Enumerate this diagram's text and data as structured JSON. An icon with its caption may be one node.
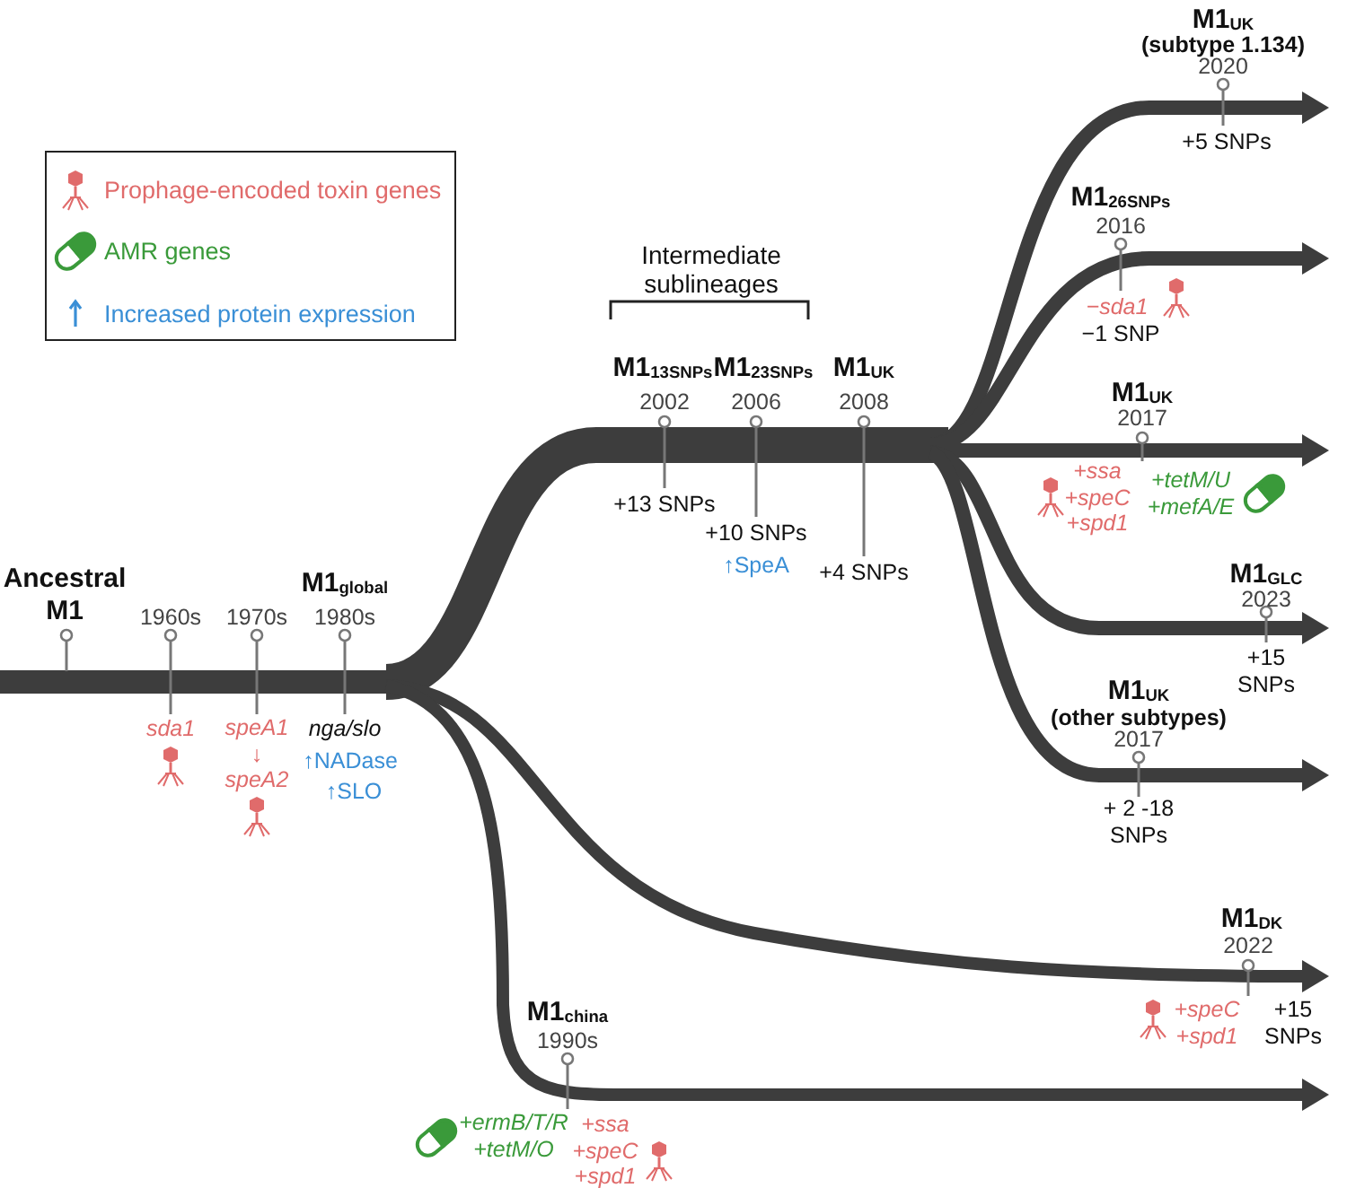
{
  "diagram": {
    "labels": [
      "Intermediate sublineages",
      "M1$_{UK}$",
      "(subtype 1.134)",
      "2020",
      "+5 SNPs",
      "M1$_{26SNPs}$",
      "2016",
      "−sda1",
      "−1 SNP",
      "M1$_{13SNPs}$",
      "2002",
      "M1$_{23SNPs}$",
      "2006",
      "M1$_{UK}$",
      "2008",
      "M1$_{UK}$",
      "2017",
      "+ssa +speC +spd1",
      "+tetM/U +mefA/E",
      "+13 SNPs",
      "+10 SNPs",
      "↑SpeA",
      "+4 SNPs",
      "M1$_{GLC}$",
      "2023",
      "+15 SNPs",
      "Ancestral M1",
      "M1$_{global}$",
      "1960s",
      "1970s",
      "1980s",
      "M1$_{UK}$",
      "(other subtypes)",
      "2017",
      "+ 2 -18 SNPs",
      "sda1",
      "speA1 ↓ speA2",
      "nga/slo",
      "↑NADase",
      "↑SLO",
      "M1$_{DK}$",
      "2022",
      "+speC +spd1",
      "+15 SNPs",
      "M1$_{china}$",
      "1990s",
      "+ermB/T/R +tetM/O",
      "+ssa +speC +spd1"
    ],
    "legend": [
      {
        "text": "Prophage-encoded toxin genes"
      },
      {
        "text": "AMR genes"
      },
      {
        "text": "Increased protein expression"
      }
    ]
  }
}
